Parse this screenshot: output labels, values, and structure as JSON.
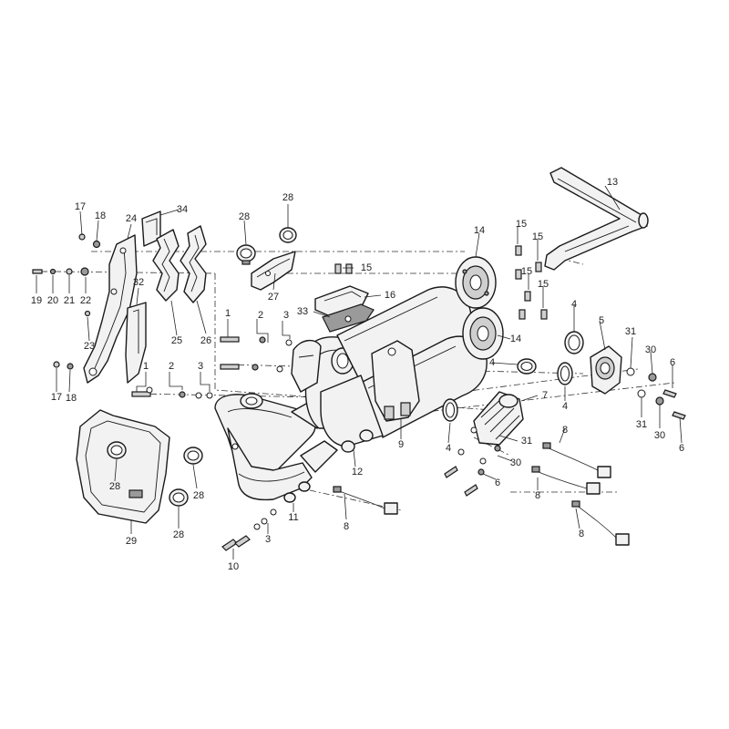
{
  "diagram": {
    "callouts": [
      "1",
      "2",
      "3",
      "4",
      "5",
      "6",
      "7",
      "8",
      "9",
      "10",
      "11",
      "12",
      "13",
      "14",
      "15",
      "16",
      "17",
      "18",
      "19",
      "20",
      "21",
      "22",
      "23",
      "24",
      "25",
      "26",
      "27",
      "28",
      "29",
      "30",
      "31",
      "32",
      "33",
      "34"
    ],
    "accent_color": "#1a1a1a",
    "fill_color": "#f2f2f2"
  }
}
